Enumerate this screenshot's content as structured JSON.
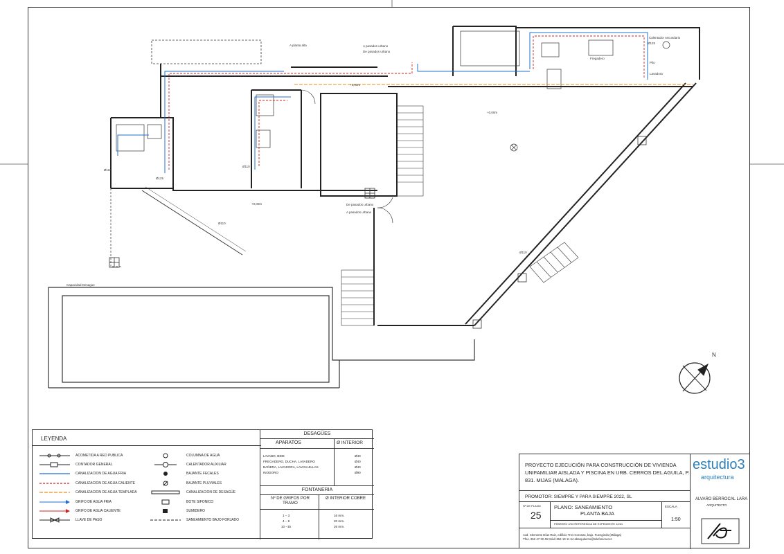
{
  "legend": {
    "title": "LEYENDA",
    "col1": [
      {
        "icon": "acometida-icon",
        "label": "ACOMETIDA A RED PUBLICA"
      },
      {
        "icon": "contador-icon",
        "label": "CONTADOR GENERAL"
      },
      {
        "icon": "cold-line-icon",
        "label": "CANALIZACION DE AGUA FRIA"
      },
      {
        "icon": "hot-line-icon",
        "label": "CANALIZACION DE AGUA CALIENTE"
      },
      {
        "icon": "tempered-line-icon",
        "label": "CANALIZACION DE AGUA TEMPLADA"
      },
      {
        "icon": "cold-tap-icon",
        "label": "GRIFO DE AGUA FRIA"
      },
      {
        "icon": "hot-tap-icon",
        "label": "GRIFO DE AGUA CALIENTE"
      },
      {
        "icon": "valve-icon",
        "label": "LLAVE DE PASO"
      }
    ],
    "col2": [
      {
        "icon": "water-column-icon",
        "label": "COLUMNA DE AGUA"
      },
      {
        "icon": "heater-icon",
        "label": "CALENTADOR AUXILIAR"
      },
      {
        "icon": "fecal-drain-icon",
        "label": "BAJANTE FECALES"
      },
      {
        "icon": "rain-drain-icon",
        "label": "BAJANTE PLUVIALES"
      },
      {
        "icon": "drain-pipe-icon",
        "label": "CANALIZACION DE DESAGÜE"
      },
      {
        "icon": "siphon-icon",
        "label": "BOTE SIFONICO"
      },
      {
        "icon": "sump-icon",
        "label": "SUMIDERO"
      },
      {
        "icon": "under-floor-icon",
        "label": "SANEAMIENTO BAJO FORJADO"
      }
    ]
  },
  "desagues": {
    "title": "DESAGÜES",
    "col_aparatos": "APARATOS",
    "col_diam": "Ø INTERIOR",
    "rows": [
      {
        "aparato": "LAVABO, BIDE",
        "diam": "Ø40"
      },
      {
        "aparato": "FREGADERO, DUCHA, LAVADERO",
        "diam": "Ø40"
      },
      {
        "aparato": "BAÑERA, LAVADORA, LAVAVAJILLAS",
        "diam": "Ø40"
      },
      {
        "aparato": "INODORO",
        "diam": "Ø90"
      }
    ]
  },
  "fontaneria": {
    "title": "FONTANERIA",
    "col_grifos": "Nº DE GRIFOS POR TRAMO",
    "col_cobre": "Ø INTERIOR COBRE",
    "rows": [
      {
        "grifos": "1 – 3",
        "cobre": "16 mm."
      },
      {
        "grifos": "4 – 9",
        "cobre": "20 mm."
      },
      {
        "grifos": "10 –15",
        "cobre": "26 mm."
      }
    ]
  },
  "title_block": {
    "project": "PROYECTO EJECUCIÓN PARA CONSTRUCCIÓN DE VIVIENDA UNIFAMILIAR AISLADA Y PISCINA EN URB. CERROS DEL AGUILA, P. 831. MIJAS (MALAGA).",
    "promotor": "PROMOTOR:  SIEMPRE Y PARA SIEMPRE 2022, SL",
    "logo_main": "estudio3",
    "logo_sub": "arquitectura",
    "architect": "ALVARO BERROCAL LARA",
    "architect_role": "ARQUITECTO",
    "plano_no_label": "Nº DE PLANO",
    "plano_no": "25",
    "plano_label": "PLANO:  SANEAMIENTO",
    "plano_name": "PLANTA BAJA",
    "escala_label": "ESCALA",
    "escala": "1:50",
    "date_ref": "FEBRERO 2/03      REFERENCIA DE EXPEDIENTE  12/21",
    "address": "Avd. Clemente Díaz Ruiz, edificio Tres Coronas, bajo.  Fuengirola (Málaga)",
    "contact": "Tfno. 952 47 32 49    Móvil 654 19 11 64   abarquitecto@telefonica.net"
  },
  "plan_labels": {
    "planta_alta": "A planta alta",
    "pasados_a": "A pasados urbano",
    "pasados_de": "De pasados urbano",
    "pasados_de2": "De pasados urbano",
    "pasados_a2": "A pasados urbano",
    "calentador": "Calentador secundario",
    "fregadero": "Fregadero",
    "lavadora": "Lavadora",
    "pilo": "Pilo",
    "capacidad": "Capacidad Desague",
    "north": "N",
    "marks": [
      "Ø110",
      "Ø125",
      "Ø110",
      "Ø110",
      "Ø125",
      "Ø110",
      "+0,00m",
      "+0,00m",
      "+0,00m"
    ]
  },
  "colors": {
    "cold": "#1f6fd0",
    "hot": "#d02020",
    "tempered": "#f08a1c",
    "logo": "#2c7fb8"
  }
}
